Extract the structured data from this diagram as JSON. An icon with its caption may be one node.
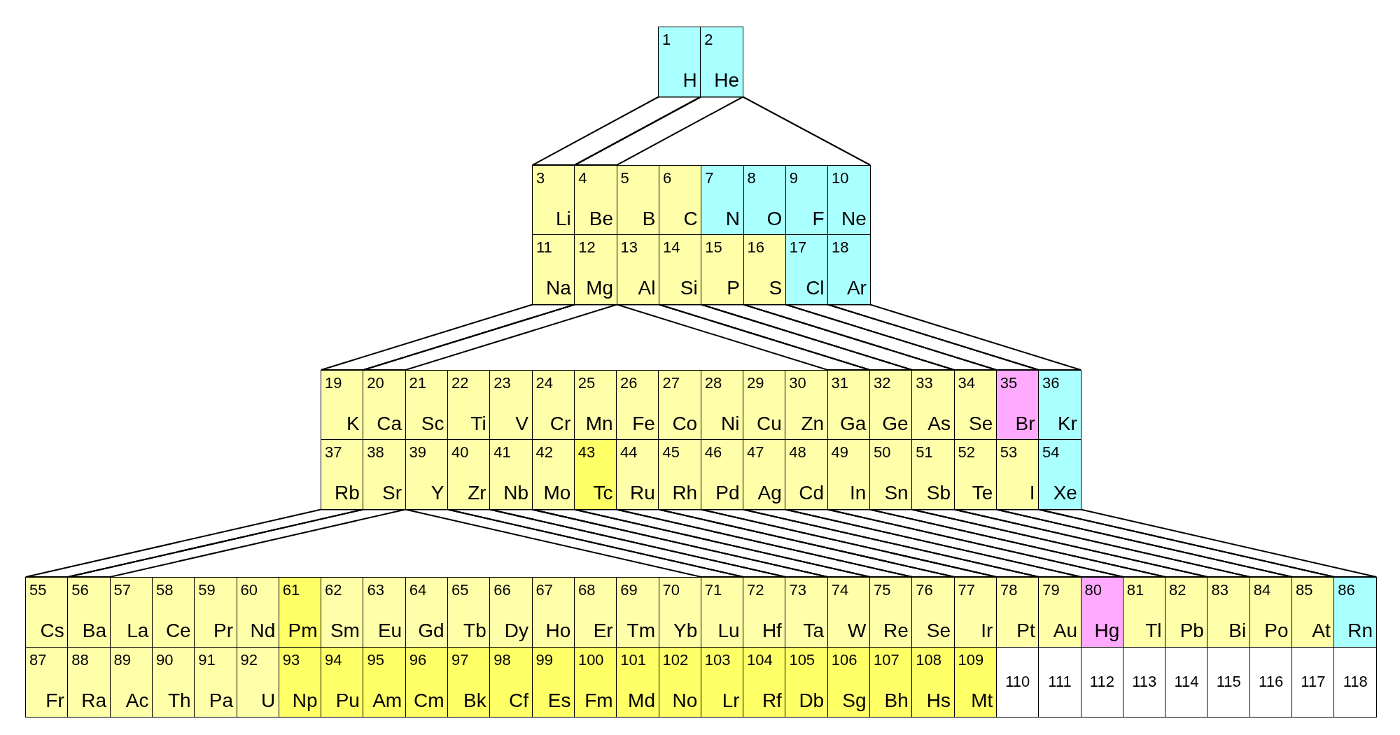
{
  "diagram": {
    "nodes": [
      {
        "text": [
          "1",
          "H"
        ]
      },
      {
        "text": [
          "2",
          "He"
        ]
      },
      {
        "text": [
          "3",
          "Li"
        ]
      },
      {
        "text": [
          "4",
          "Be"
        ]
      },
      {
        "text": [
          "5",
          "B"
        ]
      },
      {
        "text": [
          "6",
          "C"
        ]
      },
      {
        "text": [
          "7",
          "N"
        ]
      },
      {
        "text": [
          "8",
          "O"
        ]
      },
      {
        "text": [
          "9",
          "F"
        ]
      },
      {
        "text": [
          "10",
          "Ne"
        ]
      },
      {
        "text": [
          "11",
          "Na"
        ]
      },
      {
        "text": [
          "12",
          "Mg"
        ]
      },
      {
        "text": [
          "13",
          "Al"
        ]
      },
      {
        "text": [
          "14",
          "Si"
        ]
      },
      {
        "text": [
          "15",
          "P"
        ]
      },
      {
        "text": [
          "16",
          "S"
        ]
      },
      {
        "text": [
          "17",
          "Cl"
        ]
      },
      {
        "text": [
          "18",
          "Ar"
        ]
      },
      {
        "text": [
          "19",
          "K"
        ]
      },
      {
        "text": [
          "20",
          "Ca"
        ]
      },
      {
        "text": [
          "21",
          "Sc"
        ]
      },
      {
        "text": [
          "22",
          "Ti"
        ]
      },
      {
        "text": [
          "23",
          "V"
        ]
      },
      {
        "text": [
          "24",
          "Cr"
        ]
      },
      {
        "text": [
          "25",
          "Mn"
        ]
      },
      {
        "text": [
          "26",
          "Fe"
        ]
      },
      {
        "text": [
          "27",
          "Co"
        ]
      },
      {
        "text": [
          "28",
          "Ni"
        ]
      },
      {
        "text": [
          "29",
          "Cu"
        ]
      },
      {
        "text": [
          "30",
          "Zn"
        ]
      },
      {
        "text": [
          "31",
          "Ga"
        ]
      },
      {
        "text": [
          "32",
          "Ge"
        ]
      },
      {
        "text": [
          "33",
          "As"
        ]
      },
      {
        "text": [
          "34",
          "Se"
        ]
      },
      {
        "text": [
          "35",
          "Br"
        ]
      },
      {
        "text": [
          "36",
          "Kr"
        ]
      },
      {
        "text": [
          "37",
          "Rb"
        ]
      },
      {
        "text": [
          "38",
          "Sr"
        ]
      },
      {
        "text": [
          "39",
          "Y"
        ]
      },
      {
        "text": [
          "40",
          "Zr"
        ]
      },
      {
        "text": [
          "41",
          "Nb"
        ]
      },
      {
        "text": [
          "42",
          "Mo"
        ]
      },
      {
        "text": [
          "43",
          "Tc"
        ]
      },
      {
        "text": [
          "44",
          "Ru"
        ]
      },
      {
        "text": [
          "45",
          "Rh"
        ]
      },
      {
        "text": [
          "46",
          "Pd"
        ]
      },
      {
        "text": [
          "47",
          "Ag"
        ]
      },
      {
        "text": [
          "48",
          "Cd"
        ]
      },
      {
        "text": [
          "49",
          "In"
        ]
      },
      {
        "text": [
          "50",
          "Sn"
        ]
      },
      {
        "text": [
          "51",
          "Sb"
        ]
      },
      {
        "text": [
          "52",
          "Te"
        ]
      },
      {
        "text": [
          "53",
          "I"
        ]
      },
      {
        "text": [
          "54",
          "Xe"
        ]
      },
      {
        "text": [
          "55",
          "Cs"
        ]
      },
      {
        "text": [
          "56",
          "Ba"
        ]
      },
      {
        "text": [
          "57",
          "La"
        ]
      },
      {
        "text": [
          "58",
          "Ce"
        ]
      },
      {
        "text": [
          "59",
          "Pr"
        ]
      },
      {
        "text": [
          "60",
          "Nd"
        ]
      },
      {
        "text": [
          "61",
          "Pm"
        ]
      },
      {
        "text": [
          "62",
          "Sm"
        ]
      },
      {
        "text": [
          "63",
          "Eu"
        ]
      },
      {
        "text": [
          "64",
          "Gd"
        ]
      },
      {
        "text": [
          "65",
          "Tb"
        ]
      },
      {
        "text": [
          "66",
          "Dy"
        ]
      },
      {
        "text": [
          "67",
          "Ho"
        ]
      },
      {
        "text": [
          "68",
          "Er"
        ]
      },
      {
        "text": [
          "69",
          "Tm"
        ]
      },
      {
        "text": [
          "70",
          "Yb"
        ]
      },
      {
        "text": [
          "71",
          "Lu"
        ]
      },
      {
        "text": [
          "72",
          "Hf"
        ]
      },
      {
        "text": [
          "73",
          "Ta"
        ]
      },
      {
        "text": [
          "74",
          "W"
        ]
      },
      {
        "text": [
          "75",
          "Re"
        ]
      },
      {
        "text": [
          "76",
          "Se"
        ]
      },
      {
        "text": [
          "77",
          "Ir"
        ]
      },
      {
        "text": [
          "78",
          "Pt"
        ]
      },
      {
        "text": [
          "79",
          "Au"
        ]
      },
      {
        "text": [
          "80",
          "Hg"
        ]
      },
      {
        "text": [
          "81",
          "Tl"
        ]
      },
      {
        "text": [
          "82",
          "Pb"
        ]
      },
      {
        "text": [
          "83",
          "Bi"
        ]
      },
      {
        "text": [
          "84",
          "Po"
        ]
      },
      {
        "text": [
          "85",
          "At"
        ]
      },
      {
        "text": [
          "86",
          "Rn"
        ]
      },
      {
        "text": [
          "87",
          "Fr"
        ]
      },
      {
        "text": [
          "88",
          "Ra"
        ]
      },
      {
        "text": [
          "89",
          "Ac"
        ]
      },
      {
        "text": [
          "90",
          "Th"
        ]
      },
      {
        "text": [
          "91",
          "Pa"
        ]
      },
      {
        "text": [
          "92",
          "U"
        ]
      },
      {
        "text": [
          "93",
          "Np"
        ]
      },
      {
        "text": [
          "94",
          "Pu"
        ]
      },
      {
        "text": [
          "95",
          "Am"
        ]
      },
      {
        "text": [
          "96",
          "Cm"
        ]
      },
      {
        "text": [
          "97",
          "Bk"
        ]
      },
      {
        "text": [
          "98",
          "Cf"
        ]
      },
      {
        "text": [
          "99",
          "Es"
        ]
      },
      {
        "text": [
          "100",
          "Fm"
        ]
      },
      {
        "text": [
          "101",
          "Md"
        ]
      },
      {
        "text": [
          "102",
          "No"
        ]
      },
      {
        "text": [
          "103",
          "Lr"
        ]
      },
      {
        "text": [
          "104",
          "Rf"
        ]
      },
      {
        "text": [
          "105",
          "Db"
        ]
      },
      {
        "text": [
          "106",
          "Sg"
        ]
      },
      {
        "text": [
          "107",
          "Bh"
        ]
      },
      {
        "text": [
          "108",
          "Hs"
        ]
      },
      {
        "text": [
          "109",
          "Mt"
        ]
      },
      {
        "text": [
          "110"
        ]
      },
      {
        "text": [
          "111"
        ]
      },
      {
        "text": [
          "112"
        ]
      },
      {
        "text": [
          "113"
        ]
      },
      {
        "text": [
          "114"
        ]
      },
      {
        "text": [
          "115"
        ]
      },
      {
        "text": [
          "116"
        ]
      },
      {
        "text": [
          "117"
        ]
      },
      {
        "text": [
          "118"
        ]
      }
    ],
    "edges": [
      {
        "from": 0,
        "to": 2,
        "arrow": "none"
      },
      {
        "from": 1,
        "to": 3,
        "arrow": "none"
      },
      {
        "from": 1,
        "to": 9,
        "arrow": "none"
      },
      {
        "from": 10,
        "to": 18,
        "arrow": "none"
      },
      {
        "from": 11,
        "to": 19,
        "arrow": "none"
      },
      {
        "from": 12,
        "to": 30,
        "arrow": "none"
      },
      {
        "from": 13,
        "to": 31,
        "arrow": "none"
      },
      {
        "from": 14,
        "to": 32,
        "arrow": "none"
      },
      {
        "from": 15,
        "to": 33,
        "arrow": "none"
      },
      {
        "from": 16,
        "to": 34,
        "arrow": "none"
      },
      {
        "from": 17,
        "to": 35,
        "arrow": "none"
      },
      {
        "from": 36,
        "to": 54,
        "arrow": "none"
      },
      {
        "from": 37,
        "to": 55,
        "arrow": "none"
      },
      {
        "from": 38,
        "to": 70,
        "arrow": "none"
      },
      {
        "from": 39,
        "to": 71,
        "arrow": "none"
      },
      {
        "from": 40,
        "to": 72,
        "arrow": "none"
      },
      {
        "from": 41,
        "to": 73,
        "arrow": "none"
      },
      {
        "from": 42,
        "to": 74,
        "arrow": "none"
      },
      {
        "from": 43,
        "to": 75,
        "arrow": "none"
      },
      {
        "from": 44,
        "to": 76,
        "arrow": "none"
      },
      {
        "from": 45,
        "to": 77,
        "arrow": "none"
      },
      {
        "from": 46,
        "to": 78,
        "arrow": "none"
      },
      {
        "from": 47,
        "to": 79,
        "arrow": "none"
      },
      {
        "from": 48,
        "to": 80,
        "arrow": "none"
      },
      {
        "from": 49,
        "to": 81,
        "arrow": "none"
      },
      {
        "from": 50,
        "to": 82,
        "arrow": "none"
      },
      {
        "from": 51,
        "to": 83,
        "arrow": "none"
      },
      {
        "from": 52,
        "to": 84,
        "arrow": "none"
      },
      {
        "from": 53,
        "to": 85,
        "arrow": "none"
      }
    ]
  }
}
